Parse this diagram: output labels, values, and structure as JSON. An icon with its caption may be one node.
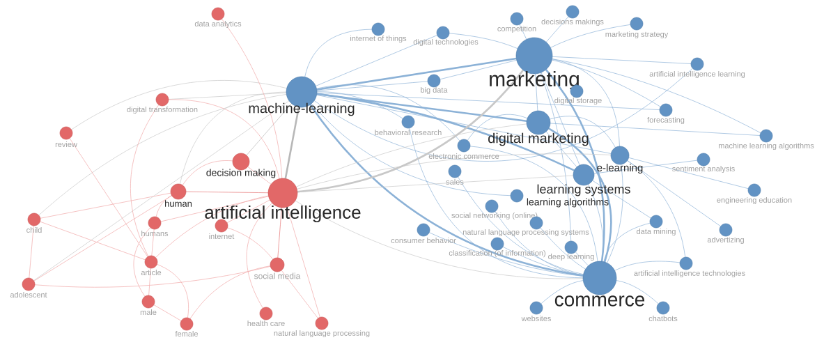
{
  "diagram": {
    "nodes": [
      {
        "text": [
          "data analytics"
        ]
      },
      {
        "text": [
          "digital transformation"
        ]
      },
      {
        "text": [
          "review"
        ]
      },
      {
        "text": [
          "machine-learning"
        ]
      },
      {
        "text": [
          "decision making"
        ]
      },
      {
        "text": [
          "human"
        ]
      },
      {
        "text": [
          "artificial intelligence"
        ]
      },
      {
        "text": [
          "child"
        ]
      },
      {
        "text": [
          "humans"
        ]
      },
      {
        "text": [
          "internet"
        ]
      },
      {
        "text": [
          "article"
        ]
      },
      {
        "text": [
          "social media"
        ]
      },
      {
        "text": [
          "adolescent"
        ]
      },
      {
        "text": [
          "male"
        ]
      },
      {
        "text": [
          "health care"
        ]
      },
      {
        "text": [
          "female"
        ]
      },
      {
        "text": [
          "natural language processing"
        ]
      },
      {
        "text": [
          "internet of things"
        ]
      },
      {
        "text": [
          "digital technologies"
        ]
      },
      {
        "text": [
          "competition"
        ]
      },
      {
        "text": [
          "decisions makings"
        ]
      },
      {
        "text": [
          "marketing strategy"
        ]
      },
      {
        "text": [
          "marketing"
        ]
      },
      {
        "text": [
          "artificial intelligence learning"
        ]
      },
      {
        "text": [
          "big data"
        ]
      },
      {
        "text": [
          "digital storage"
        ]
      },
      {
        "text": [
          "forecasting"
        ]
      },
      {
        "text": [
          "behavioral research"
        ]
      },
      {
        "text": [
          "digital marketing"
        ]
      },
      {
        "text": [
          "electronic commerce"
        ]
      },
      {
        "text": [
          "machine learning algorithms"
        ]
      },
      {
        "text": [
          "e-learning"
        ]
      },
      {
        "text": [
          "sentiment analysis"
        ]
      },
      {
        "text": [
          "sales"
        ]
      },
      {
        "text": [
          "learning systems"
        ]
      },
      {
        "text": [
          "engineering education"
        ]
      },
      {
        "text": [
          "learning algorithms"
        ]
      },
      {
        "text": [
          "social networking (online)"
        ]
      },
      {
        "text": [
          "consumer behavior"
        ]
      },
      {
        "text": [
          "data mining"
        ]
      },
      {
        "text": [
          "advertizing"
        ]
      },
      {
        "text": [
          "natural language processing systems"
        ]
      },
      {
        "text": [
          "classification (of information)"
        ]
      },
      {
        "text": [
          "deep learning"
        ]
      },
      {
        "text": [
          "artificial intelligence technologies"
        ]
      },
      {
        "text": [
          "commerce"
        ]
      },
      {
        "text": [
          "websites"
        ]
      },
      {
        "text": [
          "chatbots"
        ]
      }
    ],
    "edges": [
      {
        "from": 3,
        "to": 22,
        "arrow": "none",
        "style": "thick"
      },
      {
        "from": 3,
        "to": 45,
        "arrow": "none",
        "style": "thick"
      },
      {
        "from": 3,
        "to": 28,
        "arrow": "none",
        "style": "thick"
      },
      {
        "from": 3,
        "to": 31,
        "arrow": "none"
      },
      {
        "from": 3,
        "to": 34,
        "arrow": "none",
        "style": "thick"
      },
      {
        "from": 3,
        "to": 36,
        "arrow": "none"
      },
      {
        "from": 3,
        "to": 29,
        "arrow": "none"
      },
      {
        "from": 3,
        "to": 24,
        "arrow": "none"
      },
      {
        "from": 3,
        "to": 27,
        "arrow": "none"
      },
      {
        "from": 3,
        "to": 17,
        "arrow": "none"
      },
      {
        "from": 3,
        "to": 18,
        "arrow": "none"
      },
      {
        "from": 3,
        "to": 26,
        "arrow": "none"
      },
      {
        "from": 3,
        "to": 23,
        "arrow": "none"
      },
      {
        "from": 22,
        "to": 45,
        "arrow": "none",
        "style": "thick"
      },
      {
        "from": 22,
        "to": 28,
        "arrow": "none"
      },
      {
        "from": 22,
        "to": 34,
        "arrow": "none"
      },
      {
        "from": 22,
        "to": 31,
        "arrow": "none"
      },
      {
        "from": 22,
        "to": 24,
        "arrow": "none"
      },
      {
        "from": 22,
        "to": 21,
        "arrow": "none"
      },
      {
        "from": 22,
        "to": 19,
        "arrow": "none"
      },
      {
        "from": 22,
        "to": 20,
        "arrow": "none"
      },
      {
        "from": 22,
        "to": 18,
        "arrow": "none"
      },
      {
        "from": 22,
        "to": 23,
        "arrow": "none"
      },
      {
        "from": 22,
        "to": 26,
        "arrow": "none"
      },
      {
        "from": 22,
        "to": 30,
        "arrow": "none"
      },
      {
        "from": 22,
        "to": 43,
        "arrow": "none"
      },
      {
        "from": 28,
        "to": 45,
        "arrow": "none",
        "style": "thick"
      },
      {
        "from": 28,
        "to": 31,
        "arrow": "none"
      },
      {
        "from": 28,
        "to": 34,
        "arrow": "none"
      },
      {
        "from": 28,
        "to": 29,
        "arrow": "none"
      },
      {
        "from": 28,
        "to": 30,
        "arrow": "none"
      },
      {
        "from": 45,
        "to": 34,
        "arrow": "none"
      },
      {
        "from": 45,
        "to": 31,
        "arrow": "none"
      },
      {
        "from": 45,
        "to": 38,
        "arrow": "none"
      },
      {
        "from": 45,
        "to": 42,
        "arrow": "none"
      },
      {
        "from": 45,
        "to": 43,
        "arrow": "none"
      },
      {
        "from": 45,
        "to": 46,
        "arrow": "none"
      },
      {
        "from": 45,
        "to": 47,
        "arrow": "none"
      },
      {
        "from": 45,
        "to": 27,
        "arrow": "none"
      },
      {
        "from": 45,
        "to": 33,
        "arrow": "none"
      },
      {
        "from": 45,
        "to": 37,
        "arrow": "none"
      },
      {
        "from": 45,
        "to": 41,
        "arrow": "none"
      },
      {
        "from": 45,
        "to": 44,
        "arrow": "none"
      },
      {
        "from": 45,
        "to": 39,
        "arrow": "none"
      },
      {
        "from": 45,
        "to": 29,
        "arrow": "none"
      },
      {
        "from": 31,
        "to": 35,
        "arrow": "none"
      },
      {
        "from": 31,
        "to": 40,
        "arrow": "none"
      },
      {
        "from": 34,
        "to": 39,
        "arrow": "none"
      },
      {
        "from": 34,
        "to": 32,
        "arrow": "none"
      },
      {
        "from": 44,
        "to": 31,
        "arrow": "none"
      },
      {
        "from": 6,
        "to": 3,
        "arrow": "none",
        "style": "thick",
        "color": "#b8b8b8"
      },
      {
        "from": 6,
        "to": 22,
        "arrow": "none",
        "style": "thick",
        "color": "#c8c8c8"
      },
      {
        "from": 6,
        "to": 45,
        "arrow": "none",
        "color": "#c8c8c8"
      },
      {
        "from": 6,
        "to": 28,
        "arrow": "none",
        "color": "#c8c8c8"
      },
      {
        "from": 6,
        "to": 34,
        "arrow": "none",
        "color": "#c8c8c8"
      },
      {
        "from": 6,
        "to": 31,
        "arrow": "none",
        "color": "#c8c8c8"
      },
      {
        "from": 3,
        "to": 1,
        "arrow": "none",
        "color": "#c8c8c8"
      },
      {
        "from": 3,
        "to": 2,
        "arrow": "none",
        "color": "#c8c8c8"
      },
      {
        "from": 3,
        "to": 4,
        "arrow": "none",
        "color": "#b8b8b8"
      },
      {
        "from": 3,
        "to": 5,
        "arrow": "none",
        "color": "#c8c8c8"
      },
      {
        "from": 3,
        "to": 7,
        "arrow": "none",
        "color": "#c8c8c8"
      },
      {
        "from": 3,
        "to": 12,
        "arrow": "none",
        "color": "#c8c8c8"
      },
      {
        "from": 6,
        "to": 5,
        "arrow": "none",
        "color": "#e57373"
      },
      {
        "from": 6,
        "to": 4,
        "arrow": "none",
        "color": "#f0a8a8"
      },
      {
        "from": 6,
        "to": 8,
        "arrow": "none",
        "color": "#f0a8a8"
      },
      {
        "from": 6,
        "to": 9,
        "arrow": "none",
        "color": "#f0a8a8"
      },
      {
        "from": 6,
        "to": 11,
        "arrow": "none",
        "color": "#e57373"
      },
      {
        "from": 6,
        "to": 10,
        "arrow": "none",
        "color": "#f0a8a8"
      },
      {
        "from": 6,
        "to": 16,
        "arrow": "none",
        "color": "#f0a8a8"
      },
      {
        "from": 6,
        "to": 14,
        "arrow": "none",
        "color": "#f0a8a8"
      },
      {
        "from": 6,
        "to": 0,
        "arrow": "none",
        "color": "#f0a8a8"
      },
      {
        "from": 6,
        "to": 1,
        "arrow": "none",
        "color": "#f0a8a8"
      },
      {
        "from": 5,
        "to": 7,
        "arrow": "none",
        "color": "#f0a8a8"
      },
      {
        "from": 5,
        "to": 12,
        "arrow": "none",
        "color": "#f0a8a8"
      },
      {
        "from": 5,
        "to": 8,
        "arrow": "none",
        "color": "#f0a8a8"
      },
      {
        "from": 7,
        "to": 12,
        "arrow": "none",
        "color": "#f0a8a8"
      },
      {
        "from": 7,
        "to": 10,
        "arrow": "none",
        "color": "#f0a8a8"
      },
      {
        "from": 8,
        "to": 10,
        "arrow": "none",
        "color": "#f0a8a8"
      },
      {
        "from": 8,
        "to": 13,
        "arrow": "none",
        "color": "#f0a8a8"
      },
      {
        "from": 10,
        "to": 13,
        "arrow": "none",
        "color": "#f0a8a8"
      },
      {
        "from": 10,
        "to": 15,
        "arrow": "none",
        "color": "#f0a8a8"
      },
      {
        "from": 9,
        "to": 11,
        "arrow": "none",
        "color": "#f0a8a8"
      },
      {
        "from": 11,
        "to": 16,
        "arrow": "none",
        "color": "#f0a8a8"
      },
      {
        "from": 11,
        "to": 15,
        "arrow": "none",
        "color": "#f0a8a8"
      },
      {
        "from": 13,
        "to": 15,
        "arrow": "none",
        "color": "#f0a8a8"
      },
      {
        "from": 2,
        "to": 10,
        "arrow": "none",
        "color": "#f0a8a8"
      },
      {
        "from": 1,
        "to": 10,
        "arrow": "none",
        "color": "#f0a8a8"
      },
      {
        "from": 12,
        "to": 11,
        "arrow": "none",
        "color": "#f0a8a8"
      },
      {
        "from": 4,
        "to": 5,
        "arrow": "none",
        "color": "#f0a8a8"
      }
    ]
  }
}
